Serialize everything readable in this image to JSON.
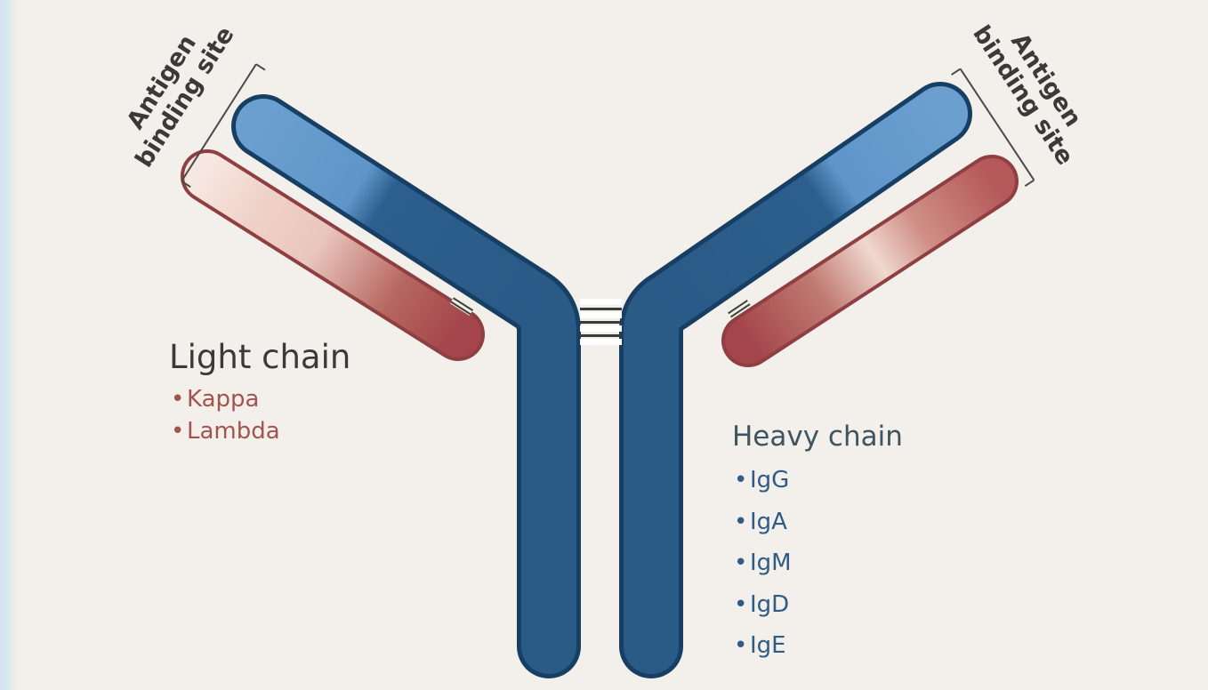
{
  "diagram": {
    "left_site_label": [
      "Antigen",
      "binding site"
    ],
    "right_site_label": [
      "Antigen",
      "binding site"
    ],
    "light_chain": {
      "title": "Light chain",
      "types": [
        "Kappa",
        "Lambda"
      ]
    },
    "heavy_chain": {
      "title": "Heavy chain",
      "types": [
        "IgG",
        "IgA",
        "IgM",
        "IgD",
        "IgE"
      ]
    }
  },
  "colors": {
    "background": "#f3efea",
    "heavy_chain": "#2d5f8e",
    "heavy_chain_tip": "#5f93c3",
    "light_chain": "#a4484a",
    "light_chain_tip": "#f4dfd6",
    "heavy_label": "#2f5c86",
    "light_label": "#a2554f"
  }
}
